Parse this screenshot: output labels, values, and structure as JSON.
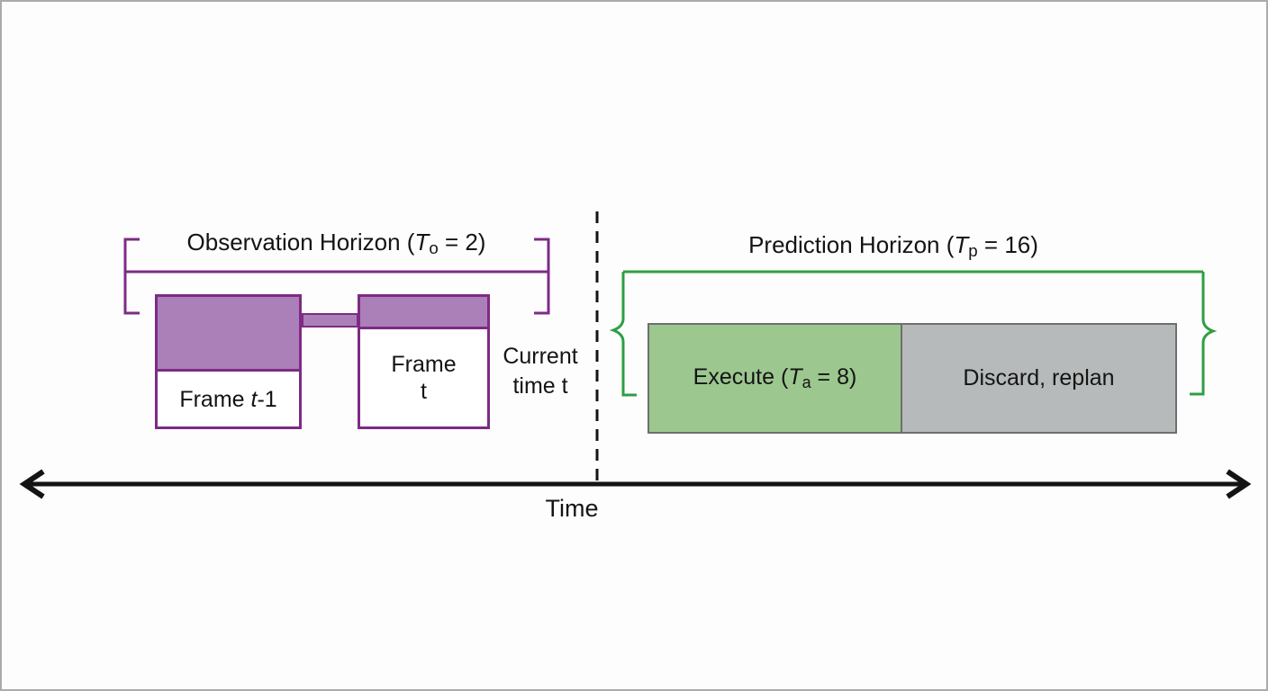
{
  "colors": {
    "purple_fill": "#ab80b8",
    "purple_border": "#7d2b85",
    "green_fill": "#9cc78f",
    "green_border": "#2f9e44",
    "gray_fill": "#b7baba",
    "gray_border": "#6f6f6f",
    "text": "#141414",
    "background": "#fdfdfd"
  },
  "horizons": {
    "observation_T_o": 2,
    "prediction_T_p": 16,
    "action_T_a": 8
  },
  "observation": {
    "title": {
      "prefix": "Observation Horizon (",
      "symbol": "T",
      "subscript": "o",
      "suffix": " = 2)"
    },
    "frame_prev": {
      "prefix": "Frame ",
      "italic": "t",
      "suffix": "-1"
    },
    "frame_current": {
      "line1": "Frame",
      "line2": "t"
    },
    "current_time": {
      "line1": "Current",
      "line2": "time t"
    }
  },
  "prediction": {
    "title": {
      "prefix": "Prediction Horizon (",
      "symbol": "T",
      "subscript": "p",
      "suffix": " = 16)"
    },
    "execute": {
      "prefix": "Execute (",
      "symbol": "T",
      "subscript": "a",
      "suffix": " = 8)"
    },
    "discard": "Discard, replan"
  },
  "timeline": {
    "label": "Time"
  }
}
